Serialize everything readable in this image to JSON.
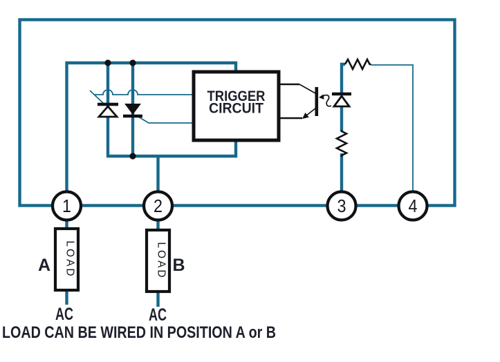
{
  "colors": {
    "wire": "#17698b",
    "symbol": "#101115",
    "text": "#1d202b"
  },
  "trigger_box": {
    "line1": "TRIGGER",
    "line2": "CIRCUIT"
  },
  "terminals": {
    "t1": "1",
    "t2": "2",
    "t3": "3",
    "t4": "4"
  },
  "load_a": {
    "box_label": "LOAD",
    "position_label": "A",
    "source_label": "AC"
  },
  "load_b": {
    "box_label": "LOAD",
    "position_label": "B",
    "source_label": "AC"
  },
  "caption": "LOAD CAN BE WIRED IN POSITION A or B"
}
